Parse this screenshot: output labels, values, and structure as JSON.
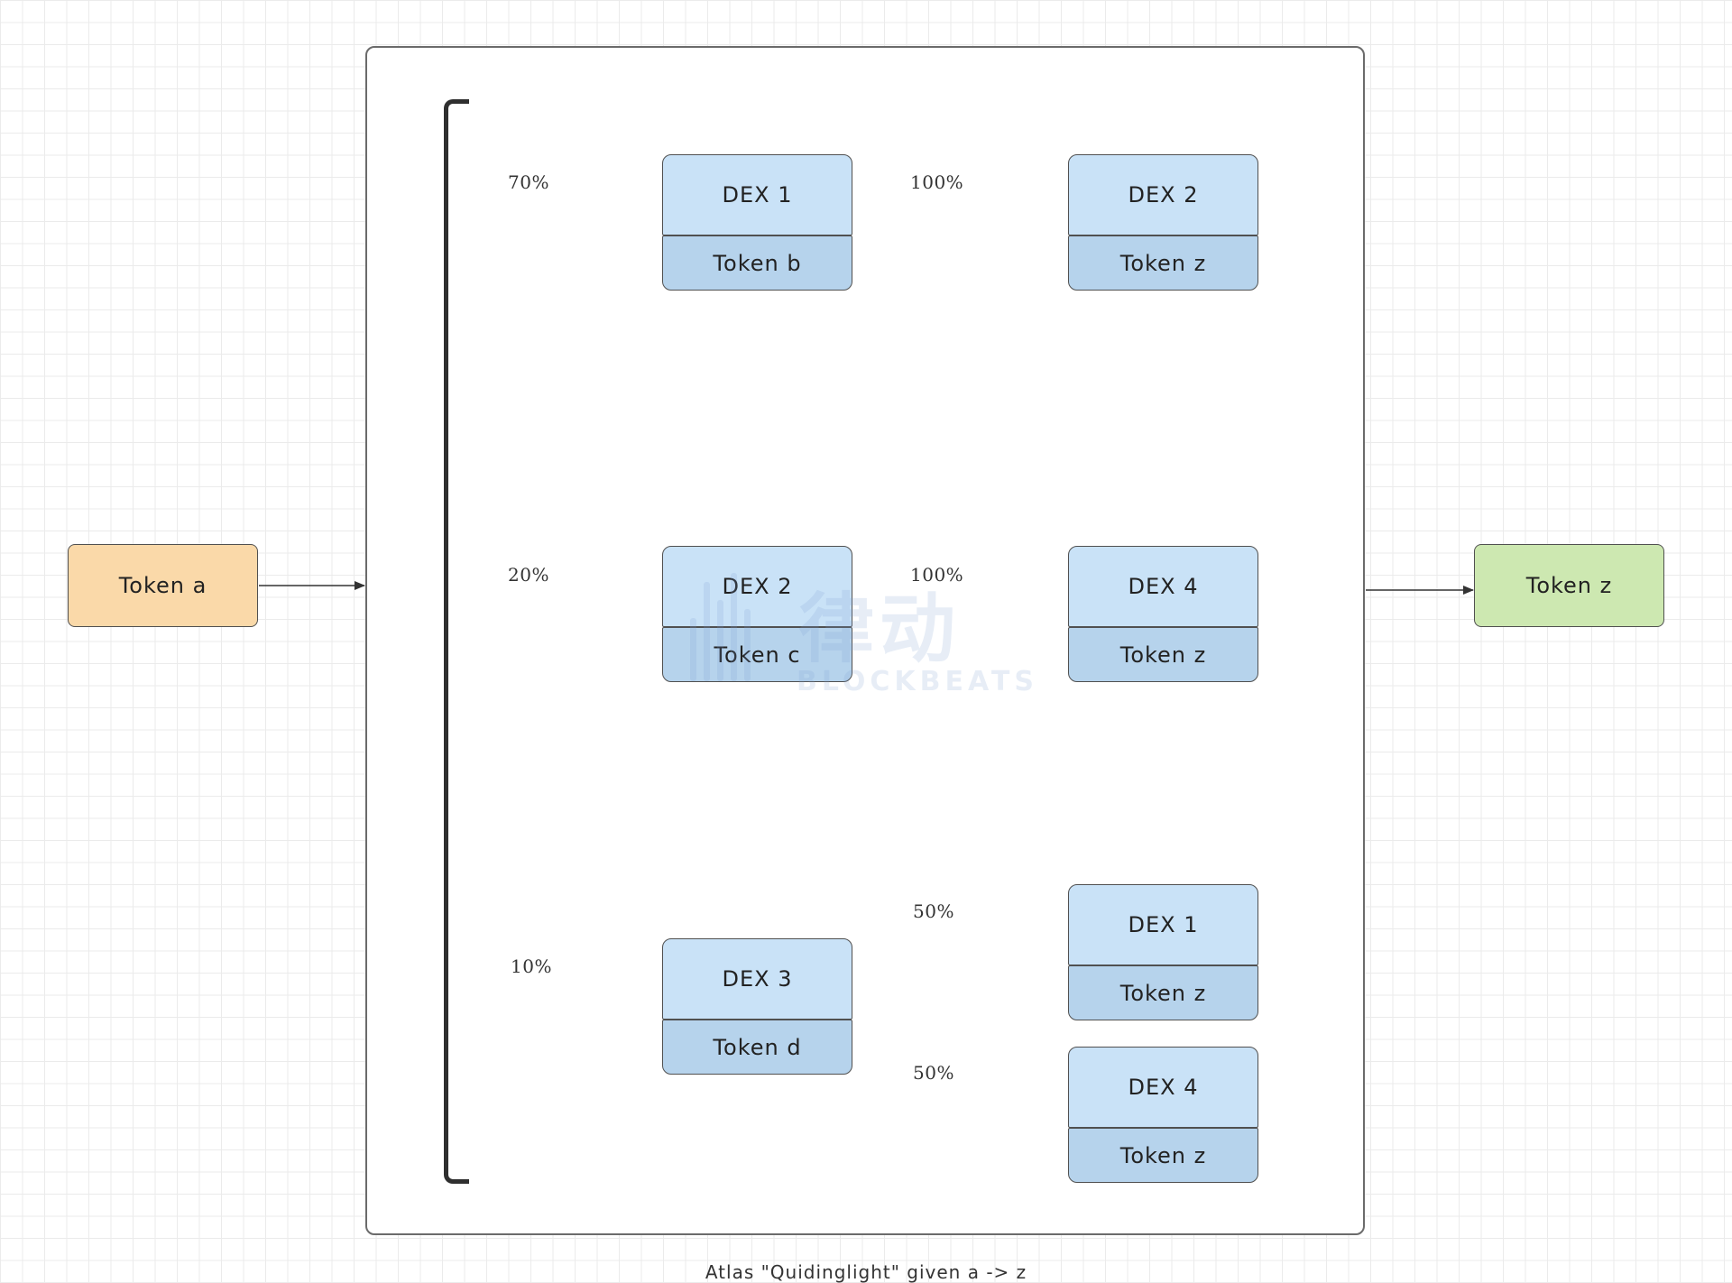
{
  "source_node": {
    "label": "Token a",
    "fill": "#fad9a9"
  },
  "target_node": {
    "label": "Token z",
    "fill": "#cde8b1"
  },
  "node_colors": {
    "dex": "#c9e2f7",
    "token": "#b6d3ec"
  },
  "routes": [
    {
      "split": "70%",
      "first_hop": {
        "dex": "DEX 1",
        "token": "Token b"
      },
      "second_hops": [
        {
          "split": "100%",
          "dex": "DEX 2",
          "token": "Token z"
        }
      ]
    },
    {
      "split": "20%",
      "first_hop": {
        "dex": "DEX 2",
        "token": "Token c"
      },
      "second_hops": [
        {
          "split": "100%",
          "dex": "DEX 4",
          "token": "Token z"
        }
      ]
    },
    {
      "split": "10%",
      "first_hop": {
        "dex": "DEX 3",
        "token": "Token d"
      },
      "second_hops": [
        {
          "split": "50%",
          "dex": "DEX 1",
          "token": "Token z"
        },
        {
          "split": "50%",
          "dex": "DEX 4",
          "token": "Token z"
        }
      ]
    }
  ],
  "watermark": {
    "text_cn": "律动",
    "text_en": "BLOCKBEATS"
  },
  "caption": "Atlas \"Quidinglight\" given a -> z"
}
